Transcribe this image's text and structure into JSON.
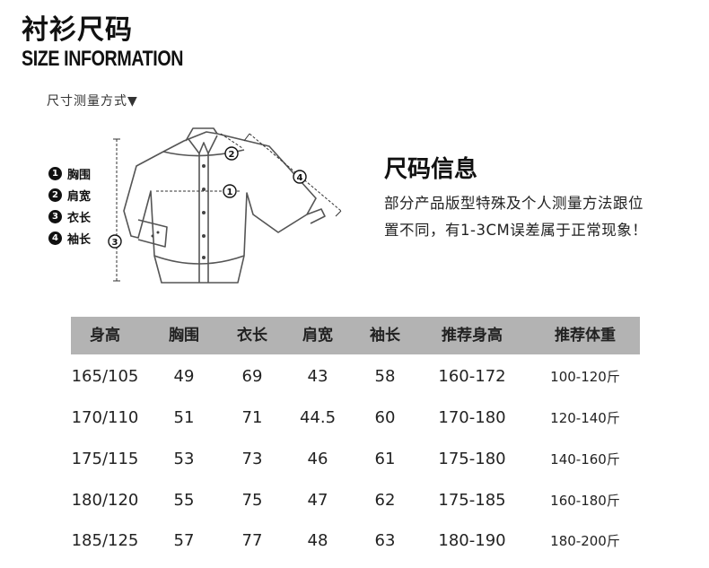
{
  "header": {
    "title_cn": "衬衫尺码",
    "title_en": "SIZE INFORMATION",
    "method_label": "尺寸测量方式▼"
  },
  "legend": [
    {
      "num": "1",
      "label": "胸围"
    },
    {
      "num": "2",
      "label": "肩宽"
    },
    {
      "num": "3",
      "label": "衣长"
    },
    {
      "num": "4",
      "label": "袖长"
    }
  ],
  "diagram_markers": [
    "1",
    "2",
    "3",
    "4"
  ],
  "info": {
    "title": "尺码信息",
    "line1": "部分产品版型特殊及个人测量方法跟位",
    "line2": "置不同，有1-3CM误差属于正常现象！"
  },
  "table": {
    "headers": [
      "身高",
      "胸围",
      "衣长",
      "肩宽",
      "袖长",
      "推荐身高",
      "推荐体重"
    ],
    "rows": [
      [
        "165/105",
        "49",
        "69",
        "43",
        "58",
        "160-172",
        "100-120斤"
      ],
      [
        "170/110",
        "51",
        "71",
        "44.5",
        "60",
        "170-180",
        "120-140斤"
      ],
      [
        "175/115",
        "53",
        "73",
        "46",
        "61",
        "175-180",
        "140-160斤"
      ],
      [
        "180/120",
        "55",
        "75",
        "47",
        "62",
        "175-185",
        "160-180斤"
      ],
      [
        "185/125",
        "57",
        "77",
        "48",
        "63",
        "180-190",
        "180-200斤"
      ]
    ]
  },
  "colors": {
    "header_bg": "#b3b3b3",
    "text": "#111111",
    "marker": "#111111"
  }
}
